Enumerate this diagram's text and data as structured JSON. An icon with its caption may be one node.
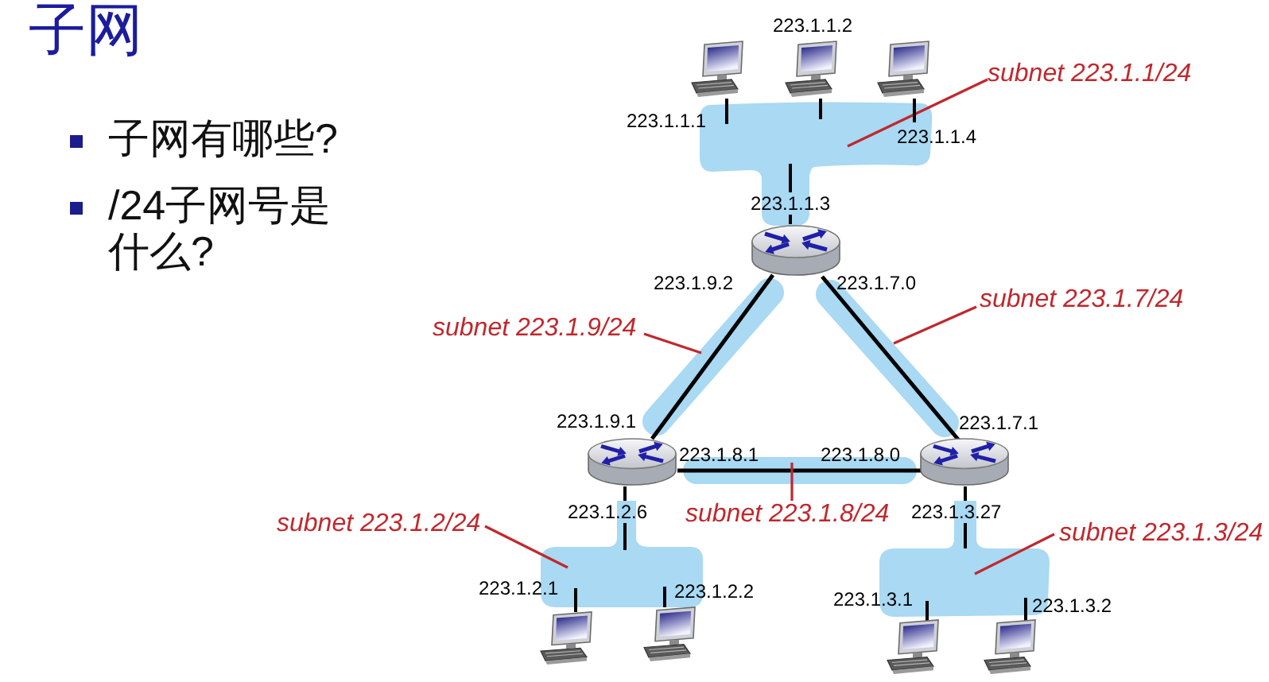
{
  "diagram": {
    "title": "子网",
    "nodes": [
      {
        "text": [
          "subnet 223.1.1/24"
        ]
      },
      {
        "text": [],
        "shape": "picture"
      },
      {
        "text": [],
        "shape": "picture"
      },
      {
        "text": [],
        "shape": "picture"
      },
      {
        "text": [],
        "shape": "blob"
      },
      {
        "text": [],
        "shape": "picture"
      },
      {
        "text": [
          "subnet 223.1.9/24"
        ]
      },
      {
        "text": [
          "subnet 223.1.7/24"
        ]
      },
      {
        "text": [],
        "shape": "picture"
      },
      {
        "text": [],
        "shape": "picture"
      },
      {
        "text": [
          "subnet 223.1.8/24"
        ]
      },
      {
        "text": [
          "subnet 223.1.2/24"
        ]
      },
      {
        "text": [],
        "shape": "blob"
      },
      {
        "text": [
          "subnet 223.1.3/24"
        ]
      },
      {
        "text": [],
        "shape": "blob"
      },
      {
        "text": [],
        "shape": "picture"
      },
      {
        "text": [],
        "shape": "picture"
      },
      {
        "text": [],
        "shape": "picture"
      },
      {
        "text": [],
        "shape": "picture"
      }
    ],
    "edges": [
      {
        "from": 0,
        "to": 4,
        "arrow": "none",
        "color": "#c0282d"
      },
      {
        "from": 1,
        "to": 4,
        "arrow": "none"
      },
      {
        "from": 2,
        "to": 4,
        "arrow": "none"
      },
      {
        "from": 3,
        "to": 4,
        "arrow": "none"
      },
      {
        "from": 4,
        "to": 5,
        "arrow": "none"
      },
      {
        "from": 5,
        "to": 8,
        "arrow": "none"
      },
      {
        "from": 5,
        "to": 9,
        "arrow": "none"
      },
      {
        "from": 8,
        "to": 9,
        "arrow": "none"
      },
      {
        "from": 6,
        "to": null,
        "arrow": "none",
        "color": "#c0282d"
      },
      {
        "from": 7,
        "to": null,
        "arrow": "none",
        "color": "#c0282d"
      },
      {
        "from": 10,
        "to": null,
        "arrow": "none",
        "color": "#c0282d"
      },
      {
        "from": 8,
        "to": 12,
        "arrow": "none"
      },
      {
        "from": 9,
        "to": 14,
        "arrow": "none"
      },
      {
        "from": 11,
        "to": 12,
        "arrow": "none",
        "color": "#c0282d"
      },
      {
        "from": 13,
        "to": 14,
        "arrow": "none",
        "color": "#c0282d"
      },
      {
        "from": 15,
        "to": 12,
        "arrow": "none"
      },
      {
        "from": 16,
        "to": 12,
        "arrow": "none"
      },
      {
        "from": 17,
        "to": 14,
        "arrow": "none"
      },
      {
        "from": 18,
        "to": 14,
        "arrow": "none"
      }
    ],
    "labels": [
      "子网有哪些?",
      "/24子网号是什么?",
      "223.1.1.2",
      "223.1.1.1",
      "223.1.1.4",
      "223.1.1.3",
      "223.1.9.2",
      "223.1.7.0",
      "223.1.9.1",
      "223.1.7.1",
      "223.1.8.1",
      "223.1.8.0",
      "223.1.2.6",
      "223.1.3.27",
      "223.1.2.1",
      "223.1.2.2",
      "223.1.3.1",
      "223.1.3.2"
    ]
  }
}
